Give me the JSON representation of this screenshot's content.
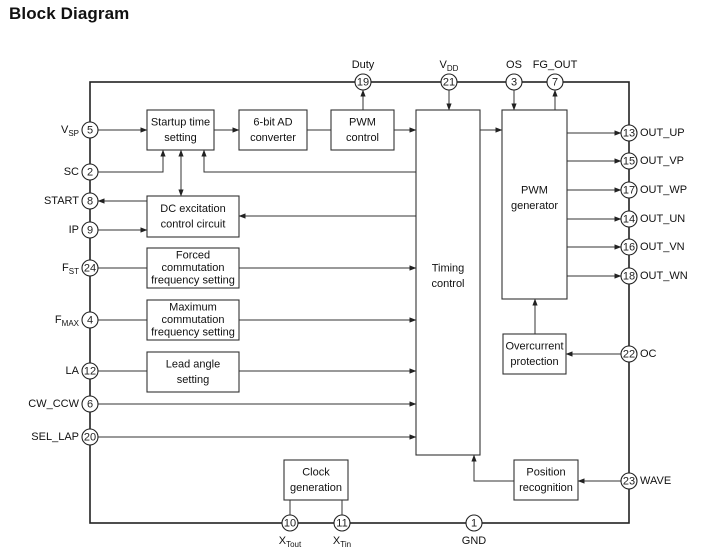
{
  "title": "Block Diagram",
  "blocks": {
    "startup": [
      "Startup time",
      "setting"
    ],
    "ad_converter": [
      "6-bit AD",
      "converter"
    ],
    "pwm_control": [
      "PWM",
      "control"
    ],
    "dc_excitation": [
      "DC excitation",
      "control circuit"
    ],
    "forced_comm": [
      "Forced",
      "commutation",
      "frequency setting"
    ],
    "max_comm": [
      "Maximum",
      "commutation",
      "frequency setting"
    ],
    "lead_angle": [
      "Lead angle",
      "setting"
    ],
    "timing_control": [
      "Timing",
      "control"
    ],
    "pwm_generator": [
      "PWM",
      "generator"
    ],
    "overcurrent": [
      "Overcurrent",
      "protection"
    ],
    "position": [
      "Position",
      "recognition"
    ],
    "clock": [
      "Clock",
      "generation"
    ]
  },
  "pins": {
    "left": [
      {
        "num": "5",
        "name": "V",
        "sub": "SP"
      },
      {
        "num": "2",
        "name": "SC",
        "sub": ""
      },
      {
        "num": "8",
        "name": "START",
        "sub": ""
      },
      {
        "num": "9",
        "name": "IP",
        "sub": ""
      },
      {
        "num": "24",
        "name": "F",
        "sub": "ST"
      },
      {
        "num": "4",
        "name": "F",
        "sub": "MAX"
      },
      {
        "num": "12",
        "name": "LA",
        "sub": ""
      },
      {
        "num": "6",
        "name": "CW_CCW",
        "sub": ""
      },
      {
        "num": "20",
        "name": "SEL_LAP",
        "sub": ""
      }
    ],
    "top": [
      {
        "num": "19",
        "name": "Duty",
        "sub": ""
      },
      {
        "num": "21",
        "name": "V",
        "sub": "DD"
      },
      {
        "num": "3",
        "name": "OS",
        "sub": ""
      },
      {
        "num": "7",
        "name": "FG_OUT",
        "sub": ""
      }
    ],
    "right": [
      {
        "num": "13",
        "name": "OUT_UP",
        "sub": ""
      },
      {
        "num": "15",
        "name": "OUT_VP",
        "sub": ""
      },
      {
        "num": "17",
        "name": "OUT_WP",
        "sub": ""
      },
      {
        "num": "14",
        "name": "OUT_UN",
        "sub": ""
      },
      {
        "num": "16",
        "name": "OUT_VN",
        "sub": ""
      },
      {
        "num": "18",
        "name": "OUT_WN",
        "sub": ""
      },
      {
        "num": "22",
        "name": "OC",
        "sub": ""
      },
      {
        "num": "23",
        "name": "WAVE",
        "sub": ""
      }
    ],
    "bottom": [
      {
        "num": "10",
        "name": "X",
        "sub": "Tout"
      },
      {
        "num": "11",
        "name": "X",
        "sub": "Tin"
      },
      {
        "num": "1",
        "name": "GND",
        "sub": ""
      }
    ]
  }
}
